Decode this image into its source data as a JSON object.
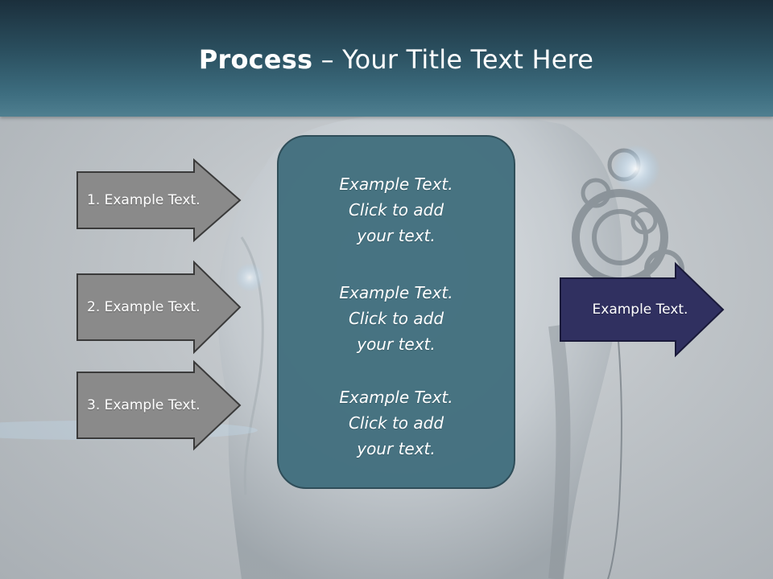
{
  "slide": {
    "title_bold": "Process",
    "title_rest": " – Your Title Text Here",
    "steps": [
      {
        "label": "1. Example Text."
      },
      {
        "label": "2. Example Text."
      },
      {
        "label": "3. Example Text."
      }
    ],
    "center_blocks": [
      {
        "line1": "Example Text.",
        "line2": "Click  to add",
        "line3": "your text."
      },
      {
        "line1": "Example Text.",
        "line2": "Click  to add",
        "line3": "your text."
      },
      {
        "line1": "Example Text.",
        "line2": "Click  to add",
        "line3": "your text."
      }
    ],
    "output": {
      "label": "Example Text."
    }
  },
  "colors": {
    "header": "#2b5060",
    "step_arrow_fill": "#8a8a8a",
    "step_arrow_stroke": "#3a3a3a",
    "center_box_fill": "#43707f",
    "output_arrow_fill": "#303060"
  }
}
